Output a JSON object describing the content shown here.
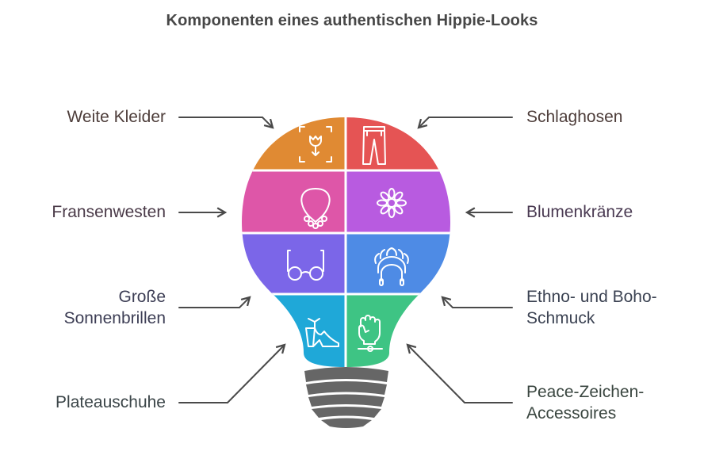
{
  "title": "Komponenten eines authentischen Hippie-Looks",
  "components": [
    {
      "id": "weite-kleider",
      "label": "Weite Kleider",
      "side": "left",
      "icon": "dress-flower-icon",
      "color": "#E08A33",
      "text_color": "#4d3d3a"
    },
    {
      "id": "schlaghosen",
      "label": "Schlaghosen",
      "side": "right",
      "icon": "pants-icon",
      "color": "#E55454",
      "text_color": "#4d3d3a"
    },
    {
      "id": "fransenwesten",
      "label": "Fransenwesten",
      "side": "left",
      "icon": "necklace-icon",
      "color": "#DE56A8",
      "text_color": "#4a3a48"
    },
    {
      "id": "blumenkraenze",
      "label": "Blumenkränze",
      "side": "right",
      "icon": "flower-icon",
      "color": "#B85BE0",
      "text_color": "#4a3a52"
    },
    {
      "id": "sonnenbrillen",
      "label_lines": [
        "Große",
        "Sonnenbrillen"
      ],
      "side": "left",
      "icon": "glasses-icon",
      "color": "#7B66E8",
      "text_color": "#3d3e55"
    },
    {
      "id": "ethno-boho",
      "label_lines": [
        "Ethno- und Boho-",
        "Schmuck"
      ],
      "side": "right",
      "icon": "headdress-icon",
      "color": "#4E8BE5",
      "text_color": "#3b4252"
    },
    {
      "id": "plateauschuhe",
      "label": "Plateauschuhe",
      "side": "left",
      "icon": "high-heel-icon",
      "color": "#1FA8D8",
      "text_color": "#3b4548"
    },
    {
      "id": "peace",
      "label_lines": [
        "Peace-Zeichen-",
        "Accessoires"
      ],
      "side": "right",
      "icon": "fist-bracelet-icon",
      "color": "#3EC484",
      "text_color": "#3a4640"
    }
  ],
  "colors": {
    "arrow": "#4a4a4a",
    "socket": "#666666",
    "divider": "#ffffff"
  }
}
